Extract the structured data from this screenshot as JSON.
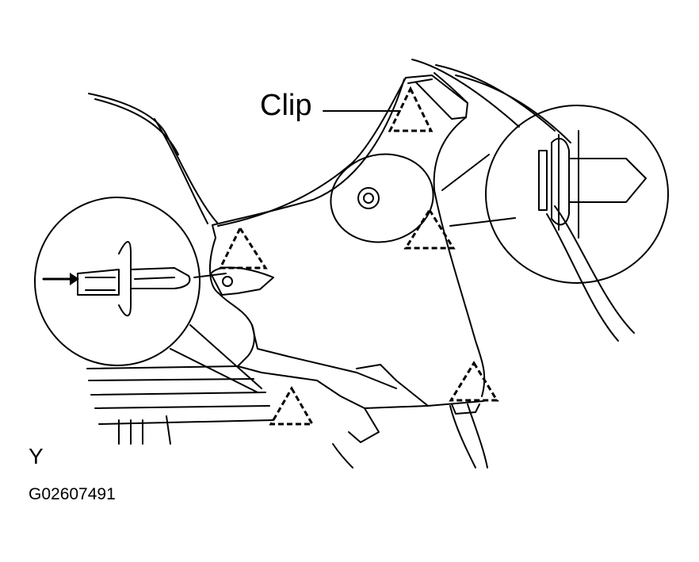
{
  "labels": {
    "clip": "Clip",
    "view": "Y",
    "figure_code": "G02607491"
  },
  "colors": {
    "line": "#000000",
    "background": "#ffffff"
  },
  "markers": {
    "shape": "dashed-triangle",
    "count": 5
  }
}
